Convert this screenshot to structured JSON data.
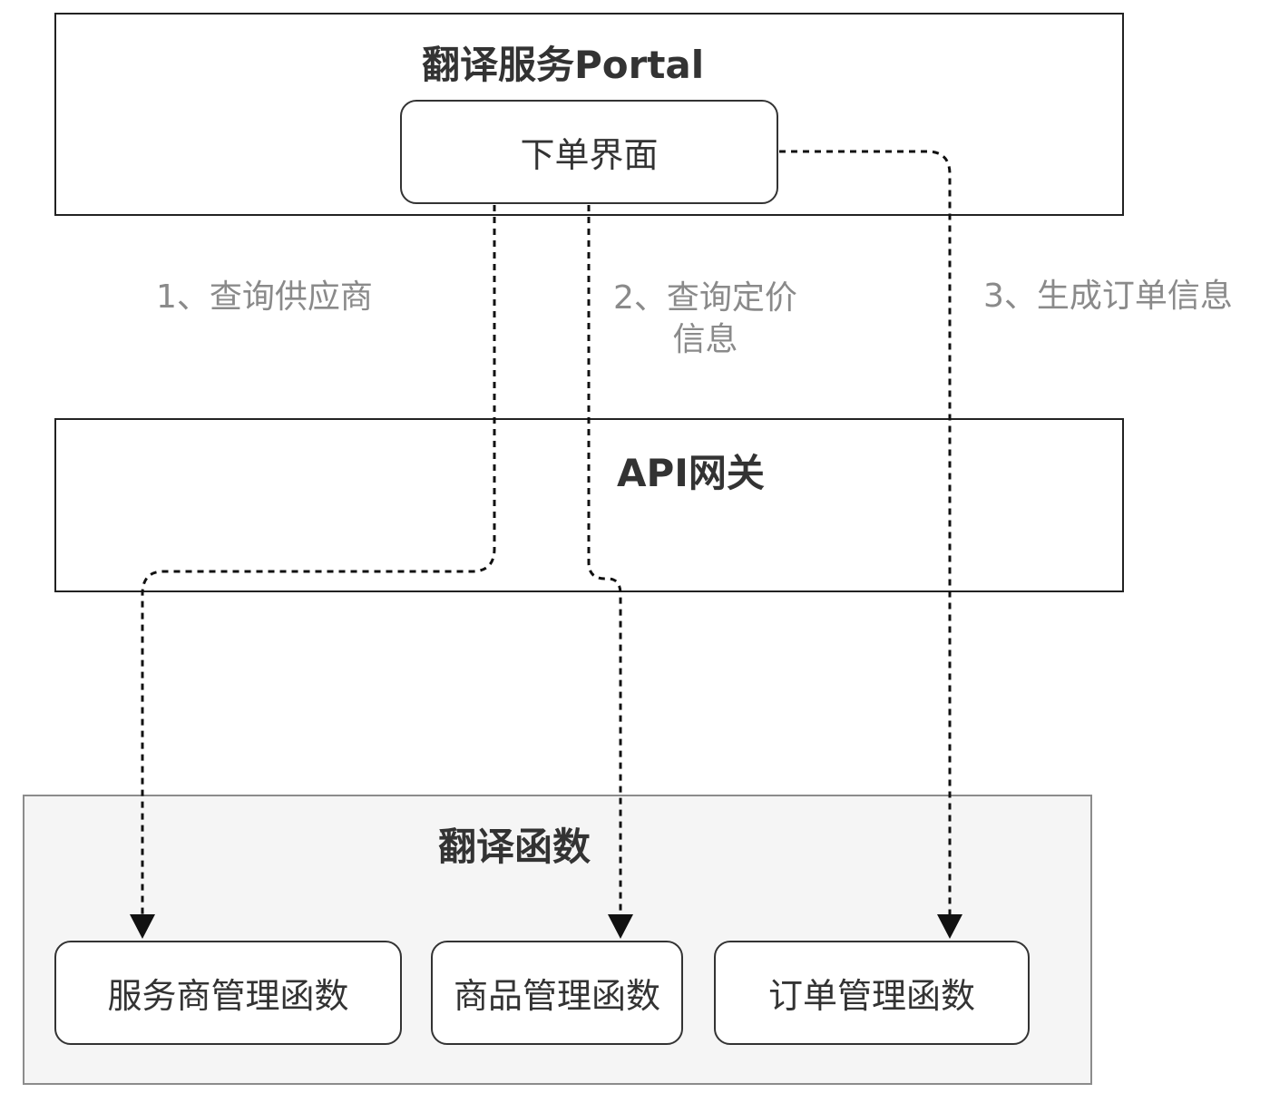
{
  "portal": {
    "title": "翻译服务Portal",
    "order_ui": "下单界面"
  },
  "gateway": {
    "title": "API网关"
  },
  "functions": {
    "title": "翻译函数",
    "items": [
      "服务商管理函数",
      "商品管理函数",
      "订单管理函数"
    ]
  },
  "flows": [
    {
      "label": "1、查询供应商"
    },
    {
      "label_line1": "2、查询定价",
      "label_line2": "信息"
    },
    {
      "label": "3、生成订单信息"
    }
  ],
  "colors": {
    "border_dark": "#222222",
    "functions_fill": "#f5f5f5",
    "label_text": "#8a8a8a",
    "title_text": "#333333"
  }
}
